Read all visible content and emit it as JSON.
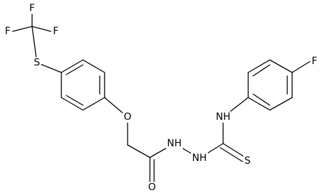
{
  "molecule": {
    "atoms": {
      "F1": "F",
      "F2": "F",
      "F3": "F",
      "S1": "S",
      "O1": "O",
      "NH1": "NH",
      "NH2": "NH",
      "NH3": "NH",
      "O2": "O",
      "S2": "S",
      "F4": "F"
    }
  }
}
